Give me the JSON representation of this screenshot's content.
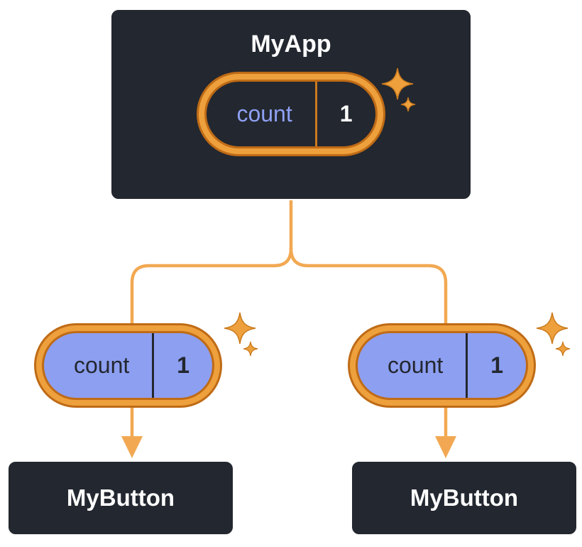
{
  "diagram": {
    "root": {
      "title": "MyApp",
      "pill": {
        "label": "count",
        "value": "1"
      }
    },
    "children": [
      {
        "title": "MyButton",
        "pill": {
          "label": "count",
          "value": "1"
        }
      },
      {
        "title": "MyButton",
        "pill": {
          "label": "count",
          "value": "1"
        }
      }
    ],
    "icons": {
      "sparkle": "sparkle-icon",
      "arrow": "arrow-down-icon"
    },
    "colors": {
      "node_background": "#23272F",
      "node_border": "#FFFFFF",
      "node_text": "#FFFFFF",
      "pill_ring_band": "#EDA03C",
      "pill_ring_stroke": "#BF6B16",
      "pill_dark_background": "#23272F",
      "pill_purple_background": "#8D9FF1",
      "state_label_text": "#8EA0F3",
      "value_divider_dark_pill": "#C97A1E",
      "connector_line": "#F2A852"
    }
  }
}
